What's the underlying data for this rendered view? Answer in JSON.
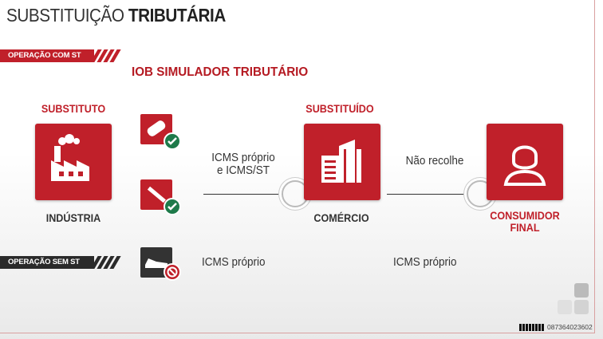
{
  "header": {
    "title_light": "SUBSTITUIÇÃO",
    "title_bold": "TRIBUTÁRIA"
  },
  "banners": {
    "com_st": "OPERAÇÃO COM ST",
    "sem_st": "OPERAÇÃO SEM ST"
  },
  "subtitle": "IOB SIMULADOR TRIBUTÁRIO",
  "nodes": [
    {
      "role": "SUBSTITUTO",
      "name": "INDÚSTRIA",
      "icon": "factory-icon"
    },
    {
      "role": "SUBSTITUÍDO",
      "name": "COMÉRCIO",
      "icon": "building-icon"
    },
    {
      "role": "",
      "name": "CONSUMIDOR FINAL",
      "icon": "person-icon"
    }
  ],
  "flows": {
    "com_st_1": "ICMS próprio",
    "com_st_2": "e ICMS/ST",
    "nao_recolhe": "Não recolhe",
    "sem_st_1": "ICMS próprio",
    "sem_st_2": "ICMS próprio"
  },
  "footer": {
    "code": "087364023602"
  },
  "colors": {
    "accent": "#c0202a",
    "dark": "#333333",
    "ok": "#1e7a4a"
  }
}
